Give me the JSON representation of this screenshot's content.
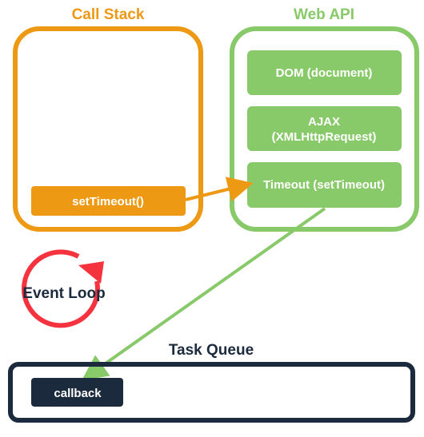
{
  "call_stack": {
    "title": "Call Stack",
    "color": "#ee9914",
    "items": [
      {
        "label": "setTimeout()"
      }
    ]
  },
  "web_api": {
    "title": "Web API",
    "color": "#88c969",
    "items": [
      {
        "lines": [
          "DOM (document)"
        ]
      },
      {
        "lines": [
          "AJAX",
          "(XMLHttpRequest)"
        ]
      },
      {
        "lines": [
          "Timeout (setTimeout)"
        ]
      }
    ]
  },
  "event_loop": {
    "label": "Event Loop",
    "color": "#f5333f"
  },
  "task_queue": {
    "title": "Task Queue",
    "color": "#1c2a3d",
    "items": [
      {
        "label": "callback"
      }
    ]
  }
}
